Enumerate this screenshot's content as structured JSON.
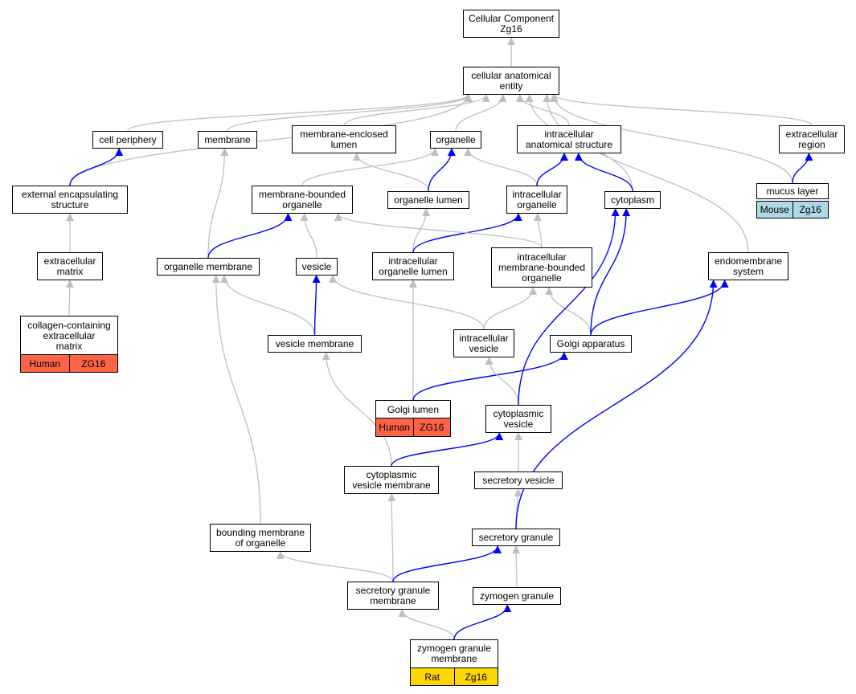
{
  "colors": {
    "parent_edge": "#bfbfbf",
    "gene_edge": "#0000ff",
    "human": "#ff6347",
    "mouse": "#add8e6",
    "rat": "#ffd700"
  },
  "nodes": [
    {
      "id": "cc",
      "label": "Cellular Component\nZg16"
    },
    {
      "id": "cae",
      "label": "cellular anatomical\nentity"
    },
    {
      "id": "cp",
      "label": "cell periphery"
    },
    {
      "id": "mem",
      "label": "membrane"
    },
    {
      "id": "mel",
      "label": "membrane-enclosed\nlumen"
    },
    {
      "id": "org",
      "label": "organelle"
    },
    {
      "id": "ias",
      "label": "intracellular\nanatomical structure"
    },
    {
      "id": "er",
      "label": "extracellular\nregion"
    },
    {
      "id": "ees",
      "label": "external encapsulating\nstructure"
    },
    {
      "id": "mbo",
      "label": "membrane-bounded\norganelle"
    },
    {
      "id": "ol",
      "label": "organelle lumen"
    },
    {
      "id": "io",
      "label": "intracellular\norganelle"
    },
    {
      "id": "cyto",
      "label": "cytoplasm"
    },
    {
      "id": "ml",
      "label": "mucus layer"
    },
    {
      "id": "em",
      "label": "extracellular\nmatrix"
    },
    {
      "id": "om",
      "label": "organelle membrane"
    },
    {
      "id": "ves",
      "label": "vesicle"
    },
    {
      "id": "iol",
      "label": "intracellular\norganelle lumen"
    },
    {
      "id": "imbo",
      "label": "intracellular\nmembrane-bounded\norganelle"
    },
    {
      "id": "ems",
      "label": "endomembrane\nsystem"
    },
    {
      "id": "ccem",
      "label": "collagen-containing\nextracellular\nmatrix"
    },
    {
      "id": "vm",
      "label": "vesicle membrane"
    },
    {
      "id": "iv",
      "label": "intracellular\nvesicle"
    },
    {
      "id": "ga",
      "label": "Golgi apparatus"
    },
    {
      "id": "gl",
      "label": "Golgi lumen"
    },
    {
      "id": "cv",
      "label": "cytoplasmic\nvesicle"
    },
    {
      "id": "cvm",
      "label": "cytoplasmic\nvesicle membrane"
    },
    {
      "id": "sv",
      "label": "secretory vesicle"
    },
    {
      "id": "bmo",
      "label": "bounding membrane\nof organelle"
    },
    {
      "id": "sg",
      "label": "secretory granule"
    },
    {
      "id": "sgm",
      "label": "secretory granule\nmembrane"
    },
    {
      "id": "zg",
      "label": "zymogen granule"
    },
    {
      "id": "zgm",
      "label": "zymogen granule\nmembrane"
    }
  ],
  "annotations": [
    {
      "id": "ml_a",
      "species": "Mouse",
      "gene": "Zg16",
      "color": "mouse"
    },
    {
      "id": "ccem_a",
      "species": "Human",
      "gene": "ZG16",
      "color": "human"
    },
    {
      "id": "gl_a",
      "species": "Human",
      "gene": "ZG16",
      "color": "human"
    },
    {
      "id": "zgm_a",
      "species": "Rat",
      "gene": "Zg16",
      "color": "rat"
    }
  ],
  "edges": [
    {
      "from": "cae",
      "to": "cc",
      "kind": "parent"
    },
    {
      "from": "cp",
      "to": "cae",
      "kind": "parent"
    },
    {
      "from": "mem",
      "to": "cae",
      "kind": "parent"
    },
    {
      "from": "mel",
      "to": "cae",
      "kind": "parent"
    },
    {
      "from": "org",
      "to": "cae",
      "kind": "parent"
    },
    {
      "from": "ias",
      "to": "cae",
      "kind": "parent"
    },
    {
      "from": "er",
      "to": "cae",
      "kind": "parent"
    },
    {
      "from": "ees",
      "to": "cae",
      "kind": "parent"
    },
    {
      "from": "cyto",
      "to": "cae",
      "kind": "parent"
    },
    {
      "from": "ml",
      "to": "cae",
      "kind": "parent"
    },
    {
      "from": "ems",
      "to": "cae",
      "kind": "parent"
    },
    {
      "from": "ees",
      "to": "cp",
      "kind": "gene"
    },
    {
      "from": "ml",
      "to": "er",
      "kind": "gene"
    },
    {
      "from": "mbo",
      "to": "org",
      "kind": "parent"
    },
    {
      "from": "ol",
      "to": "mel",
      "kind": "parent"
    },
    {
      "from": "ol",
      "to": "org",
      "kind": "gene"
    },
    {
      "from": "io",
      "to": "org",
      "kind": "parent"
    },
    {
      "from": "io",
      "to": "ias",
      "kind": "gene"
    },
    {
      "from": "cyto",
      "to": "ias",
      "kind": "gene"
    },
    {
      "from": "em",
      "to": "ees",
      "kind": "parent"
    },
    {
      "from": "om",
      "to": "mem",
      "kind": "parent"
    },
    {
      "from": "om",
      "to": "mbo",
      "kind": "gene"
    },
    {
      "from": "ves",
      "to": "mbo",
      "kind": "parent"
    },
    {
      "from": "iol",
      "to": "ol",
      "kind": "parent"
    },
    {
      "from": "iol",
      "to": "io",
      "kind": "gene"
    },
    {
      "from": "imbo",
      "to": "io",
      "kind": "parent"
    },
    {
      "from": "imbo",
      "to": "mbo",
      "kind": "parent"
    },
    {
      "from": "ccem",
      "to": "em",
      "kind": "parent"
    },
    {
      "from": "vm",
      "to": "om",
      "kind": "parent"
    },
    {
      "from": "vm",
      "to": "ves",
      "kind": "gene"
    },
    {
      "from": "iv",
      "to": "ves",
      "kind": "parent"
    },
    {
      "from": "iv",
      "to": "imbo",
      "kind": "parent"
    },
    {
      "from": "ga",
      "to": "imbo",
      "kind": "parent"
    },
    {
      "from": "ga",
      "to": "cyto",
      "kind": "gene"
    },
    {
      "from": "ga",
      "to": "ems",
      "kind": "gene"
    },
    {
      "from": "gl",
      "to": "iol",
      "kind": "parent"
    },
    {
      "from": "gl",
      "to": "ga",
      "kind": "gene"
    },
    {
      "from": "cv",
      "to": "iv",
      "kind": "parent"
    },
    {
      "from": "cv",
      "to": "cyto",
      "kind": "gene"
    },
    {
      "from": "cvm",
      "to": "vm",
      "kind": "parent"
    },
    {
      "from": "cvm",
      "to": "cv",
      "kind": "gene"
    },
    {
      "from": "sv",
      "to": "cv",
      "kind": "parent"
    },
    {
      "from": "bmo",
      "to": "om",
      "kind": "parent"
    },
    {
      "from": "sg",
      "to": "sv",
      "kind": "parent"
    },
    {
      "from": "sg",
      "to": "ems",
      "kind": "gene"
    },
    {
      "from": "sgm",
      "to": "bmo",
      "kind": "parent"
    },
    {
      "from": "sgm",
      "to": "cvm",
      "kind": "parent"
    },
    {
      "from": "sgm",
      "to": "sg",
      "kind": "gene"
    },
    {
      "from": "zg",
      "to": "sg",
      "kind": "parent"
    },
    {
      "from": "zgm",
      "to": "sgm",
      "kind": "parent"
    },
    {
      "from": "zgm",
      "to": "zg",
      "kind": "gene"
    }
  ]
}
